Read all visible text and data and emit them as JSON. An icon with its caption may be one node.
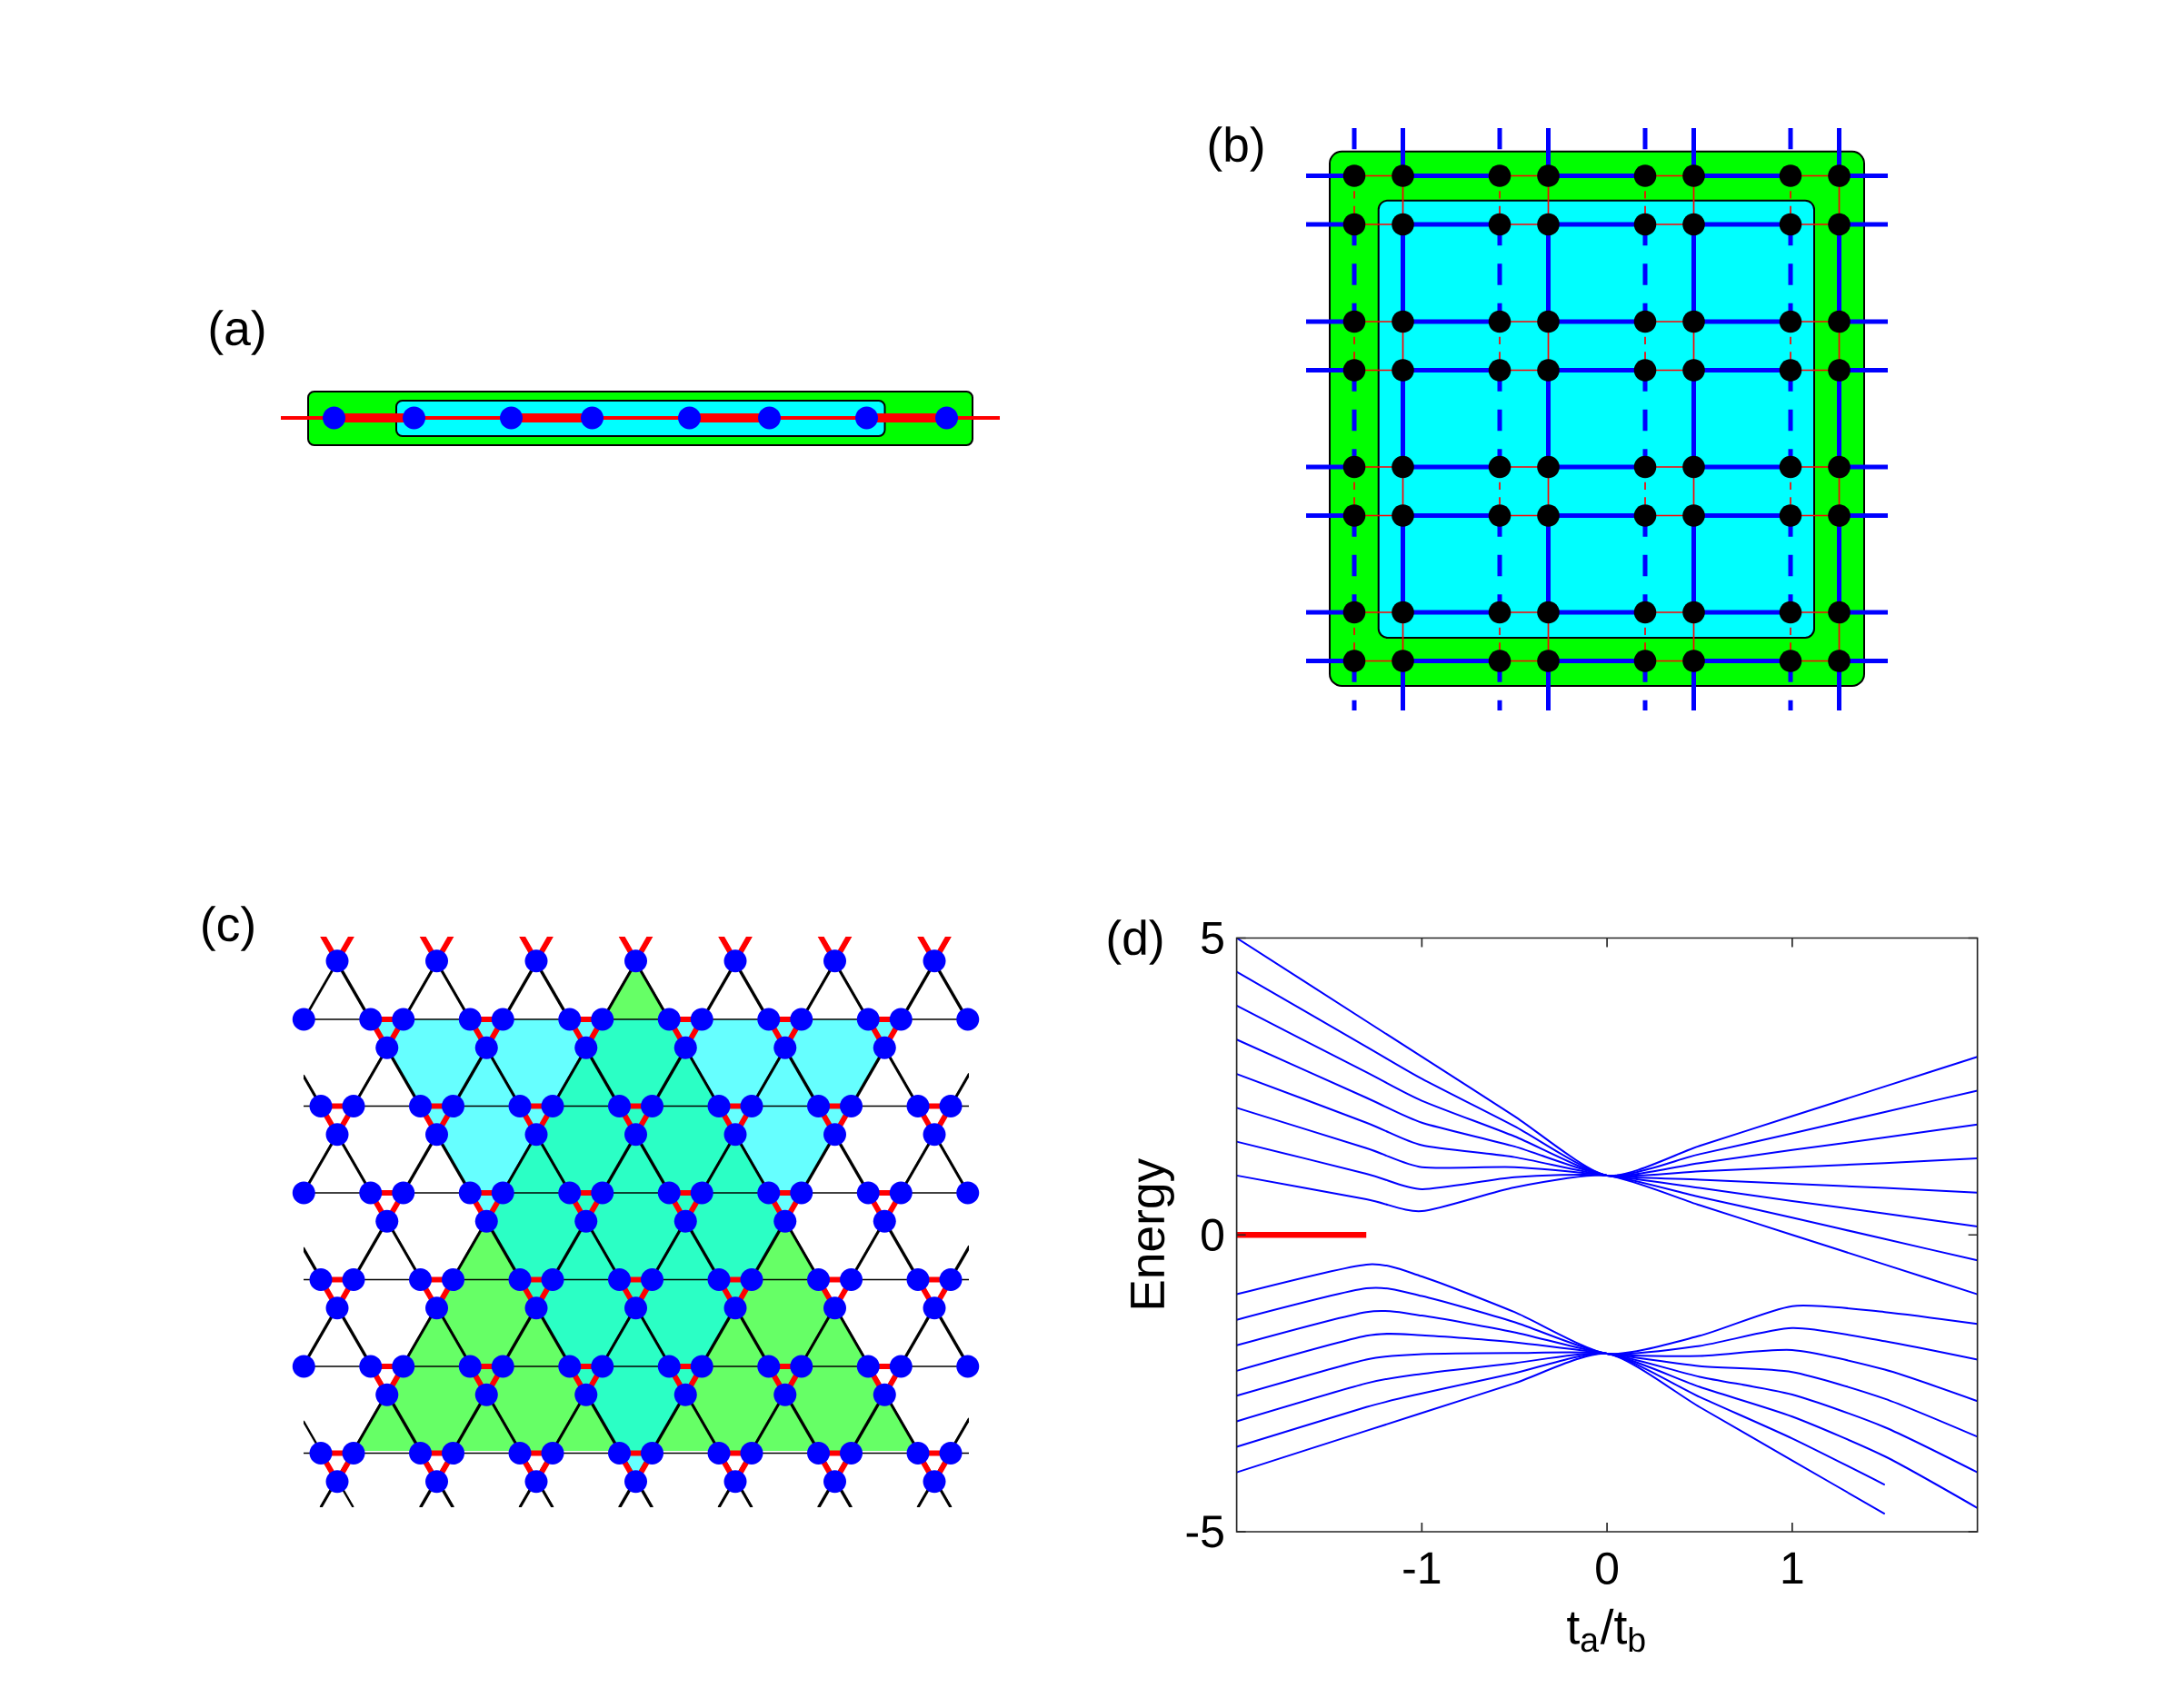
{
  "diagram": {
    "labels": [
      "(a)",
      "(b)",
      "(c)",
      "(d)"
    ],
    "chart_data": {
      "type": "line",
      "xlabel": "t$_{a}$/t$_{b}$",
      "ylabel": "Energy",
      "xlim": [
        -2,
        2
      ],
      "ylim": [
        -5,
        5
      ],
      "xticks": [
        -1,
        0,
        1
      ],
      "yticks": [
        -5,
        0,
        5
      ],
      "x": [
        -2,
        -1.3,
        -1,
        -0.5,
        0,
        0.5,
        1,
        1.5,
        2
      ],
      "series": [
        {
          "color": "#0000ff",
          "values": [
            5,
            3.6,
            3,
            2,
            1,
            1.5,
            2,
            2.5,
            3
          ]
        },
        {
          "color": "#0000ff",
          "values": [
            4.43,
            3.17,
            2.63,
            1.83,
            1,
            1.36,
            1.71,
            2.07,
            2.43
          ]
        },
        {
          "color": "#0000ff",
          "values": [
            3.86,
            2.74,
            2.26,
            1.66,
            1,
            1.21,
            1.43,
            1.64,
            1.86
          ]
        },
        {
          "color": "#0000ff",
          "values": [
            3.29,
            2.31,
            1.89,
            1.49,
            1,
            1.07,
            1.14,
            1.21,
            1.29
          ]
        },
        {
          "color": "#0000ff",
          "values": [
            2.71,
            1.89,
            1.51,
            1.31,
            1,
            0.93,
            0.86,
            0.79,
            0.71
          ]
        },
        {
          "color": "#0000ff",
          "values": [
            2.14,
            1.46,
            1.14,
            1.14,
            1,
            0.79,
            0.57,
            0.36,
            0.14
          ]
        },
        {
          "color": "#0000ff",
          "values": [
            1.57,
            1.03,
            0.77,
            0.97,
            1,
            0.64,
            0.29,
            -0.07,
            -0.43
          ]
        },
        {
          "color": "#0000ff",
          "values": [
            1,
            0.6,
            0.4,
            0.8,
            1,
            0.5,
            0,
            -0.5,
            -1
          ]
        },
        {
          "color": "#0000ff",
          "values": [
            -1,
            -0.5,
            -0.7,
            -1.3,
            -2,
            -1.7,
            -1.2,
            -1.3,
            -1.5
          ]
        },
        {
          "color": "#0000ff",
          "values": [
            -1.43,
            -0.9,
            -1.03,
            -1.47,
            -2,
            -1.87,
            -1.57,
            -1.79,
            -2.1
          ]
        },
        {
          "color": "#0000ff",
          "values": [
            -1.86,
            -1.3,
            -1.36,
            -1.64,
            -2,
            -2.04,
            -1.94,
            -2.27,
            -2.8
          ]
        },
        {
          "color": "#0000ff",
          "values": [
            -2.29,
            -1.7,
            -1.69,
            -1.81,
            -2,
            -2.21,
            -2.31,
            -2.76,
            -3.4
          ]
        },
        {
          "color": "#0000ff",
          "values": [
            -2.71,
            -2.1,
            -2.01,
            -1.99,
            -2,
            -2.39,
            -2.69,
            -3.24,
            -4
          ]
        },
        {
          "color": "#0000ff",
          "values": [
            -3.14,
            -2.5,
            -2.34,
            -2.16,
            -2,
            -2.56,
            -3.06,
            -3.73,
            -4.6
          ]
        },
        {
          "color": "#0000ff",
          "values": [
            -3.57,
            -2.9,
            -2.67,
            -2.33,
            -2,
            -2.73,
            -3.43,
            -4.21,
            null
          ]
        },
        {
          "color": "#0000ff",
          "values": [
            -4,
            -3.3,
            -3,
            -2.5,
            -2,
            -2.9,
            -3.8,
            -4.7,
            null
          ]
        },
        {
          "color": "#ff0000",
          "values": [
            0,
            0,
            null,
            null,
            null,
            null,
            null,
            null,
            null
          ]
        }
      ]
    }
  }
}
